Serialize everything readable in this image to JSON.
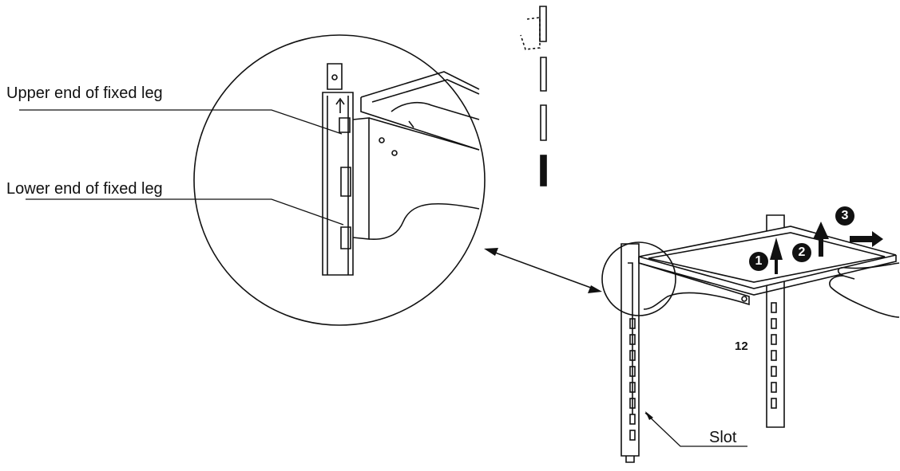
{
  "labels": {
    "upper_end": "Upper end of fixed  leg",
    "lower_end": "Lower end of fixed leg",
    "slot": "Slot",
    "figure_number": "12"
  },
  "steps": [
    "1",
    "2",
    "3"
  ],
  "colors": {
    "ink": "#111111",
    "background": "#ffffff"
  }
}
